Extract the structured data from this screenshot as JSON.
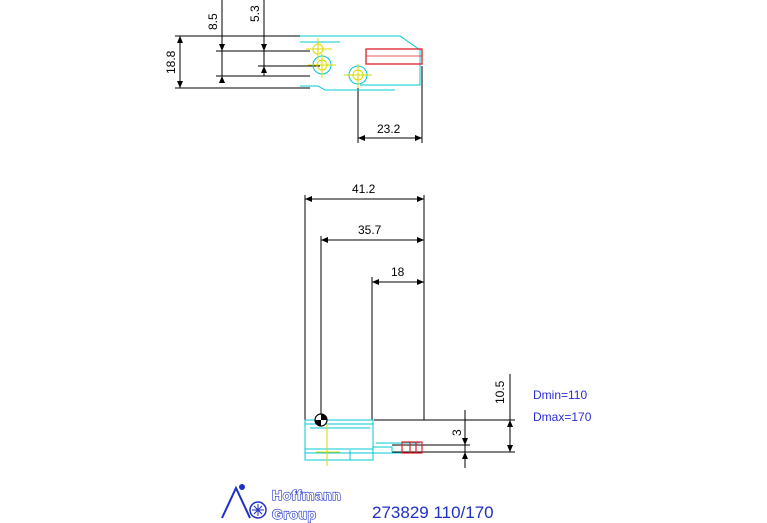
{
  "top_view": {
    "dims": {
      "d1": "8.5",
      "d2": "5.3",
      "d3": "18.8",
      "d4": "23.2"
    }
  },
  "front_view": {
    "dims": {
      "d1": "41.2",
      "d2": "35.7",
      "d3": "18",
      "d4": "10.5",
      "d5": "3"
    }
  },
  "notes": {
    "dmin": "Dmin=110",
    "dmax": "Dmax=170"
  },
  "logo": {
    "line1": "Hoffmann",
    "line2": "Group"
  },
  "part_number": "273829 110/170",
  "colors": {
    "outline": "#00c8d4",
    "dimension": "#000000",
    "accent": "#e0202a",
    "centerline": "#d8d800",
    "note_text": "#2b2bd6",
    "brand": "#1d2fc6"
  }
}
